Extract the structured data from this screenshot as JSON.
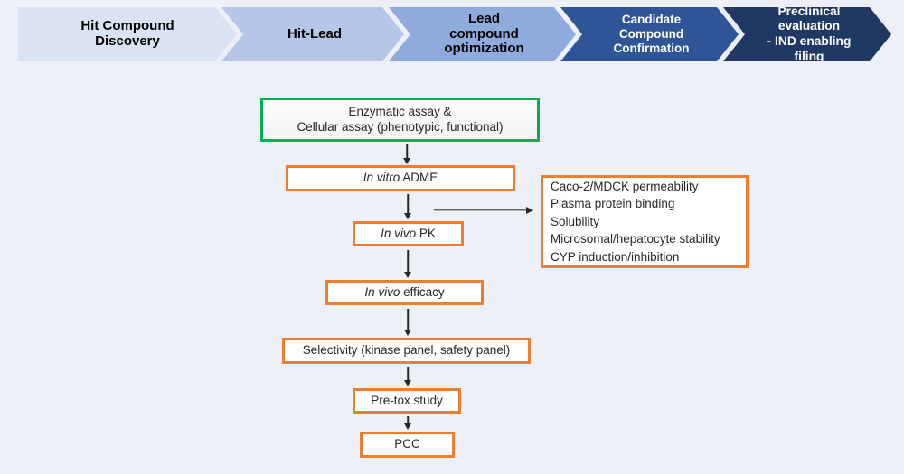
{
  "canvas": {
    "background": "#edf1f7"
  },
  "banner": {
    "stages": [
      {
        "label": "Hit Compound\nDiscovery",
        "color": "#dae3f3",
        "text_color": "#000000"
      },
      {
        "label": "Hit-Lead",
        "color": "#b4c7e7",
        "text_color": "#000000"
      },
      {
        "label": "Lead\ncompound\noptimization",
        "color": "#8faadc",
        "text_color": "#000000"
      },
      {
        "label": "Candidate\nCompound\nConfirmation",
        "color": "#2f5597",
        "text_color": "#ffffff"
      },
      {
        "label": "Preclinical evaluation\n- IND enabling filing",
        "color": "#203864",
        "text_color": "#ffffff"
      }
    ]
  },
  "flowchart": {
    "boxes": {
      "enzymatic": {
        "label": "Enzymatic assay &\nCellular assay (phenotypic, functional)",
        "border_color": "#00b050"
      },
      "in_vitro_adme": {
        "italic": "In vitro",
        "rest": " ADME",
        "border_color": "#ed7d31"
      },
      "in_vivo_pk": {
        "italic": "In vivo",
        "rest": " PK",
        "border_color": "#ed7d31"
      },
      "in_vivo_efficacy": {
        "italic": "In vivo",
        "rest": " efficacy",
        "border_color": "#ed7d31"
      },
      "selectivity": {
        "label": "Selectivity (kinase panel, safety panel)",
        "border_color": "#ed7d31"
      },
      "pre_tox": {
        "label": "Pre-tox study",
        "border_color": "#ed7d31"
      },
      "pcc": {
        "label": "PCC",
        "border_color": "#ed7d31"
      }
    },
    "assay_details": {
      "border_color": "#ed7d31",
      "lines": [
        "Caco-2/MDCK permeability",
        "Plasma protein binding",
        "Solubility",
        "Microsomal/hepatocyte stability",
        "CYP induction/inhibition"
      ]
    },
    "arrow_color": "#262626"
  }
}
